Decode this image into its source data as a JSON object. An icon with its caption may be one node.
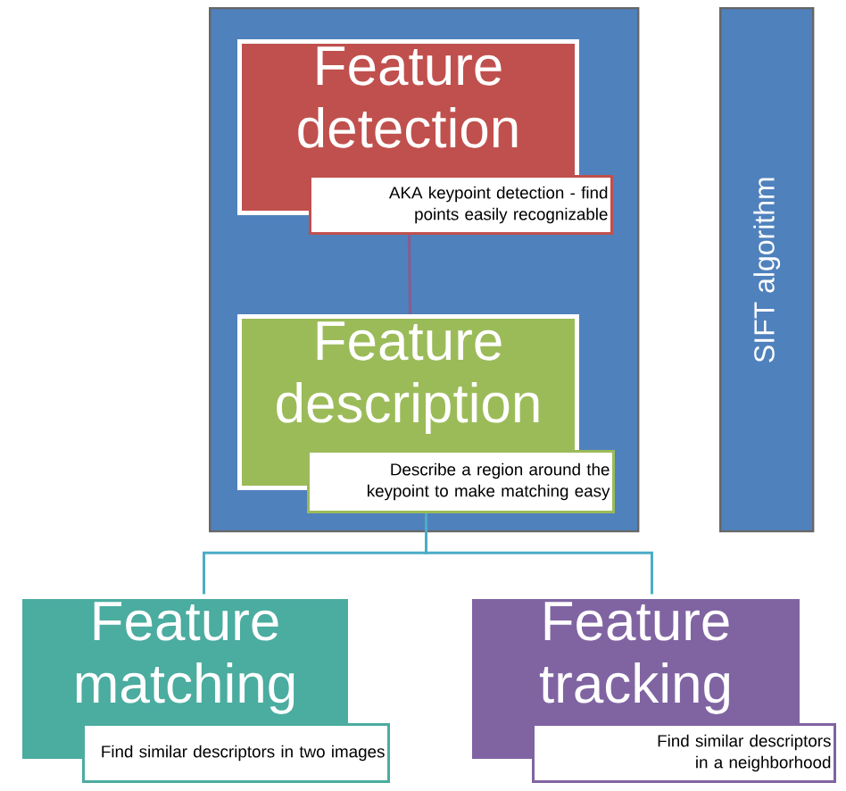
{
  "diagram": {
    "nodes": [
      {
        "text": [],
        "shape": "box"
      },
      {
        "text": [
          "Feature detection",
          "AKA keypoint detection - find points easily recognizable"
        ],
        "in": 0
      },
      {
        "text": [
          "Feature description",
          "Describe a region around the keypoint to make matching easy"
        ],
        "in": 0
      },
      {
        "text": [
          "SIFT algorithm"
        ]
      },
      {
        "text": [
          "Feature matching",
          "Find similar descriptors in two images"
        ]
      },
      {
        "text": [
          "Feature tracking",
          "Find similar descriptors in a neighborhood"
        ]
      }
    ],
    "edges": [
      {
        "from": 1,
        "to": 2,
        "arrow": "none",
        "color": "#8c5a8c"
      },
      {
        "from": 2,
        "to": 4,
        "arrow": "none"
      },
      {
        "from": 2,
        "to": 5,
        "arrow": "none"
      }
    ]
  }
}
